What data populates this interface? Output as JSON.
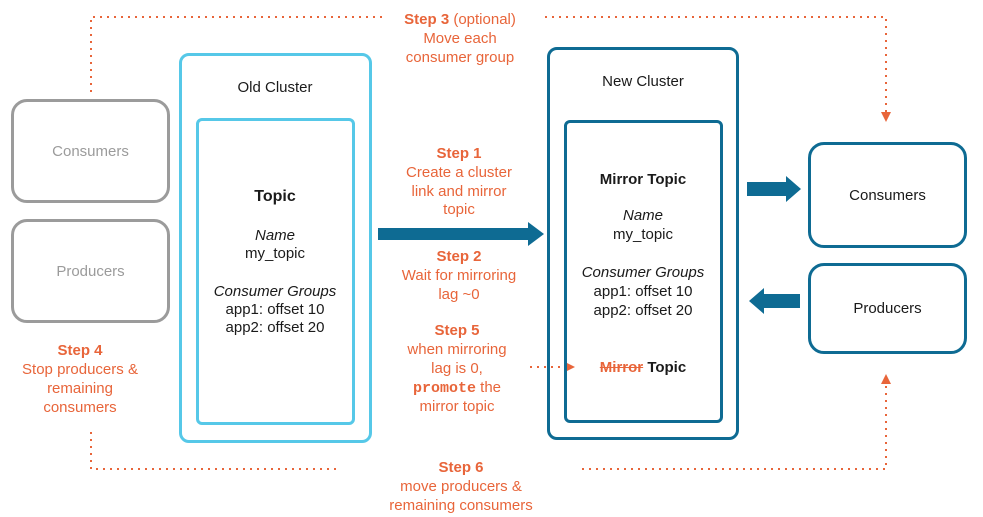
{
  "clusters": {
    "old": {
      "title": "Old Cluster",
      "topic": {
        "heading": "Topic",
        "name_label": "Name",
        "name_value": "my_topic",
        "groups_label": "Consumer Groups",
        "groups": [
          "app1: offset 10",
          "app2: offset 20"
        ]
      }
    },
    "new": {
      "title": "New Cluster",
      "topic": {
        "heading": "Mirror Topic",
        "name_label": "Name",
        "name_value": "my_topic",
        "groups_label": "Consumer Groups",
        "groups": [
          "app1: offset 10",
          "app2: offset 20"
        ],
        "promoted_struck": "Mirror",
        "promoted_rest": "Topic"
      }
    }
  },
  "left_clients": {
    "consumers": "Consumers",
    "producers": "Producers"
  },
  "right_clients": {
    "consumers": "Consumers",
    "producers": "Producers"
  },
  "steps": {
    "step1": {
      "title": "Step 1",
      "lines": [
        "Create a cluster",
        "link and mirror",
        "topic"
      ]
    },
    "step2": {
      "title": "Step 2",
      "lines": [
        "Wait for mirroring",
        "lag ~0"
      ]
    },
    "step3": {
      "title": "Step 3",
      "suffix": " (optional)",
      "lines": [
        "Move each",
        "consumer group"
      ]
    },
    "step4": {
      "title": "Step 4",
      "lines": [
        "Stop producers &",
        "remaining",
        "consumers"
      ]
    },
    "step5": {
      "title": "Step 5",
      "lines": [
        "when mirroring",
        "lag is 0,"
      ],
      "keyword": "promote",
      "after_keyword": " the",
      "last_line": "mirror topic"
    },
    "step6": {
      "title": "Step 6",
      "lines": [
        "move producers &",
        "remaining consumers"
      ]
    }
  },
  "colors": {
    "orange": "#e8653a",
    "navy": "#0e6b93",
    "light_blue": "#56c8e8",
    "gray": "#9b9b9b"
  }
}
